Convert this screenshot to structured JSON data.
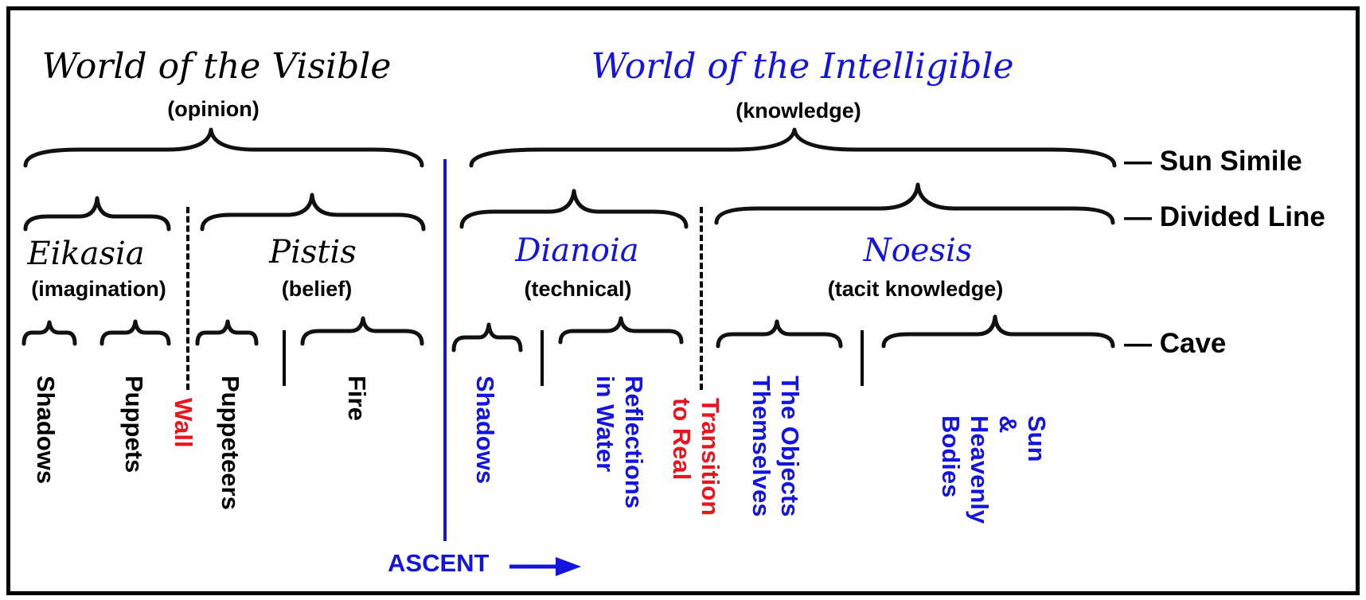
{
  "headings": {
    "visible": "World of the Visible",
    "visible_sub": "(opinion)",
    "intelligible": "World of the Intelligible",
    "intelligible_sub": "(knowledge)"
  },
  "row_labels": {
    "sun": "— Sun Simile",
    "line": "— Divided Line",
    "cave": "— Cave"
  },
  "sections": {
    "eikasia": "Eikasia",
    "eikasia_sub": "(imagination)",
    "pistis": "Pistis",
    "pistis_sub": "(belief)",
    "dianoia": "Dianoia",
    "dianoia_sub": "(technical)",
    "noesis": "Noesis",
    "noesis_sub": "(tacit knowledge)"
  },
  "cave_items": {
    "shadows_visible": "Shadows",
    "puppets": "Puppets",
    "wall": "Wall",
    "puppeteers": "Puppeteers",
    "fire": "Fire",
    "shadows_intelligible": "Shadows",
    "reflections": "Reflections\nin Water",
    "transition": "Transition\nto Real",
    "objects": "The Objects\nThemselves",
    "sun": "Sun\n&\nHeavenly\nBodies"
  },
  "ascent": "ASCENT",
  "colors": {
    "visible": "#000000",
    "intelligible": "#1414e0",
    "transition": "#e8141e"
  }
}
